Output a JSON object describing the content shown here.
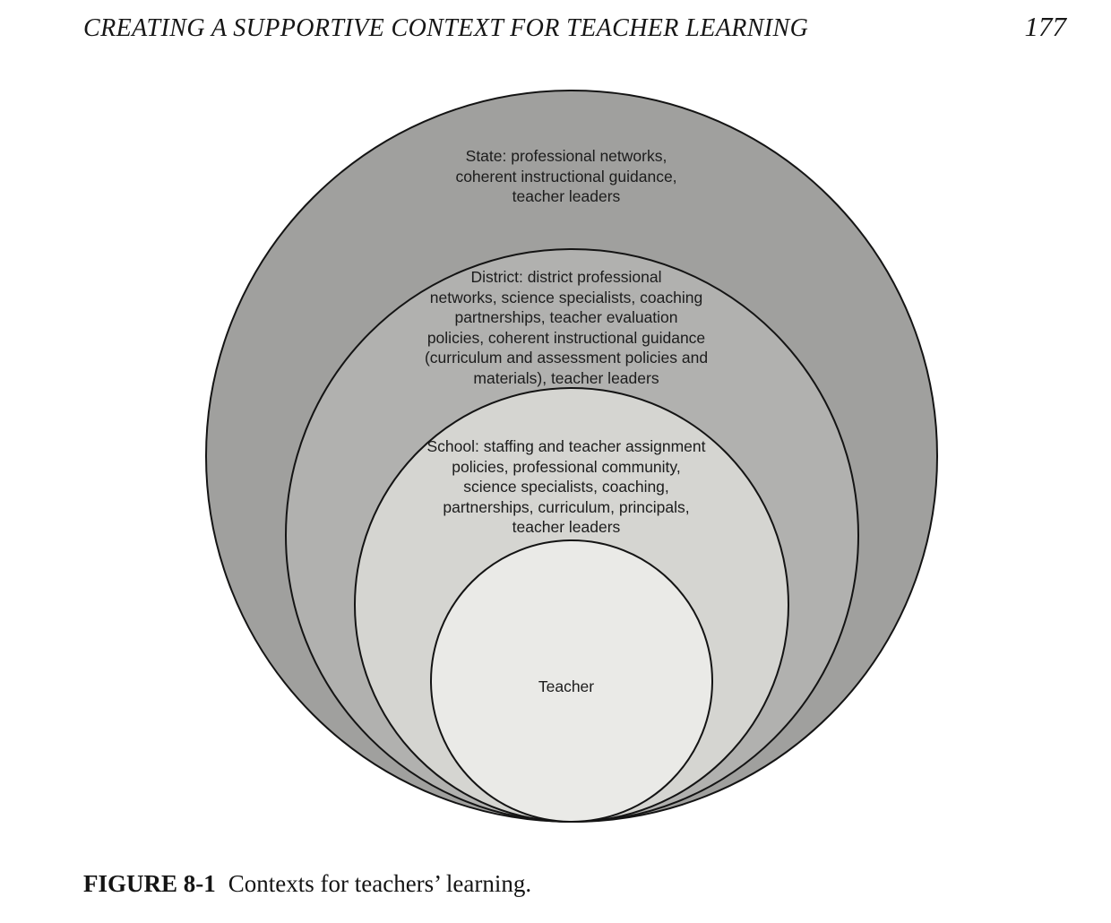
{
  "page": {
    "header": {
      "title": "CREATING A SUPPORTIVE CONTEXT FOR TEACHER LEARNING",
      "page_number": "177"
    },
    "caption": {
      "label": "FIGURE 8-1",
      "text": "Contexts for teachers’ learning."
    }
  },
  "diagram": {
    "type": "nested-circles",
    "stroke_color": "#141414",
    "text_color": "#1c1c1c",
    "rings": [
      {
        "id": "state",
        "fill": "#a0a09e",
        "label": "State: professional networks,\ncoherent instructional guidance,\nteacher leaders"
      },
      {
        "id": "district",
        "fill": "#b1b1af",
        "label": "District: district professional\nnetworks, science specialists, coaching\npartnerships, teacher evaluation\npolicies, coherent instructional guidance\n(curriculum and assessment policies and\nmaterials), teacher leaders"
      },
      {
        "id": "school",
        "fill": "#d5d5d1",
        "label": "School: staffing and teacher assignment\npolicies, professional community,\nscience specialists, coaching,\npartnerships, curriculum, principals,\nteacher leaders"
      },
      {
        "id": "teacher",
        "fill": "#eaeae7",
        "label": "Teacher"
      }
    ]
  }
}
